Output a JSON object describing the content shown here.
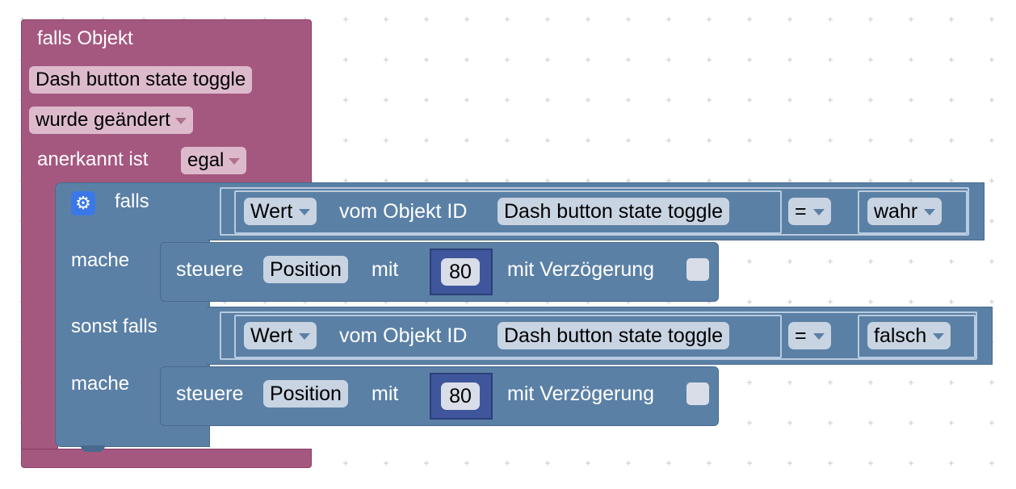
{
  "event": {
    "title": "falls Objekt",
    "object_name": "Dash button state toggle",
    "change_mode": "wurde geändert",
    "ack_label": "anerkannt ist",
    "ack_value": "egal"
  },
  "if_block": {
    "if_label": "falls",
    "do_label": "mache",
    "elseif_label": "sonst falls",
    "do2_label": "mache",
    "condition1": {
      "value_dropdown": "Wert",
      "from_label": "vom Objekt ID",
      "object": "Dash button state toggle",
      "operator": "=",
      "compare_value": "wahr"
    },
    "condition2": {
      "value_dropdown": "Wert",
      "from_label": "vom Objekt ID",
      "object": "Dash button state toggle",
      "operator": "=",
      "compare_value": "falsch"
    },
    "action1": {
      "control_label": "steuere",
      "target": "Position",
      "with_label": "mit",
      "value": "80",
      "delay_label": "mit Verzögerung"
    },
    "action2": {
      "control_label": "steuere",
      "target": "Position",
      "with_label": "mit",
      "value": "80",
      "delay_label": "mit Verzögerung"
    }
  },
  "colors": {
    "event_block": "#a5587f",
    "logic_block": "#5b80a5",
    "number_block": "#3f569c",
    "gear": "#3b78e7"
  },
  "icons": {
    "gear": "gear-icon",
    "dropdown": "chevron-down-icon"
  }
}
